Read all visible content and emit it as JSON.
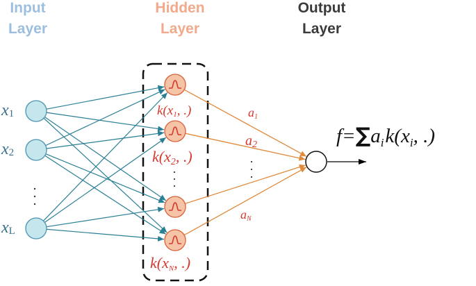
{
  "headers": {
    "input": {
      "line1": "Input",
      "line2": "Layer"
    },
    "hidden": {
      "line1": "Hidden",
      "line2": "Layer"
    },
    "output": {
      "line1": "Output",
      "line2": "Layer"
    }
  },
  "input_nodes": [
    {
      "var": "x",
      "sub": "1"
    },
    {
      "var": "x",
      "sub": "2"
    },
    {
      "var": "x",
      "sub": "L"
    }
  ],
  "input_ellipsis": "·\n·\n·",
  "hidden_labels": [
    {
      "k": "k(x",
      "sub": "1",
      "tail": ", .)"
    },
    {
      "k": "k(x",
      "sub": "2",
      "tail": ",  .)"
    },
    {
      "k": "k(x",
      "sub": "N",
      "tail": ",  .)"
    }
  ],
  "weights": [
    {
      "a": "a",
      "sub": "1"
    },
    {
      "a": "a",
      "sub": "2"
    },
    {
      "a": "a",
      "sub": "N"
    }
  ],
  "formula": {
    "lhs": "f=",
    "sigma": "∑",
    "a": "a",
    "i": "i",
    "k": "k(x",
    "tail": ", .)"
  },
  "colors": {
    "input_header": "#9dbfdf",
    "hidden_header": "#f3a98b",
    "output_header": "#3b3b3b",
    "input_node_fill": "#c6e6ee",
    "input_node_stroke": "#4a93b0",
    "hidden_node_fill": "#f5c3a5",
    "hidden_node_stroke": "#d9603b",
    "teal_edge": "#2a7f94",
    "orange_edge": "#e08a3a",
    "red_text": "#d43a30",
    "blue_text": "#3a6f8e"
  }
}
